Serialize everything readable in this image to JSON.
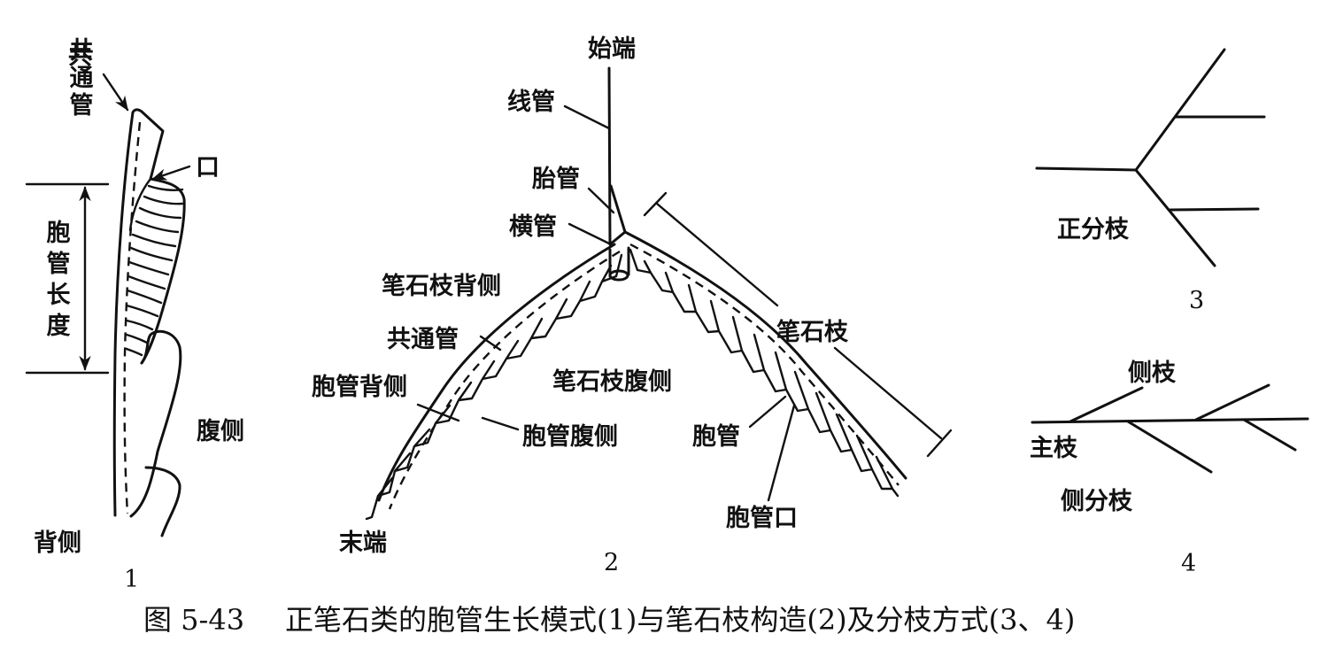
{
  "figure": {
    "caption_number": "图 5-43",
    "caption_text": "正笔石类的胞管生长模式(1)与笔石枝构造(2)及分枝方式(3、4)"
  },
  "panel1": {
    "number": "1",
    "labels": {
      "common_canal": "共通管",
      "aperture": "口",
      "theca_length": [
        "胞",
        "管",
        "长",
        "度"
      ],
      "dorsal": "背侧",
      "ventral": "腹侧"
    }
  },
  "panel2": {
    "number": "2",
    "labels": {
      "proximal_end": "始端",
      "nema": "线管",
      "sicula": "胎管",
      "crossing_canal": "横管",
      "stipe_dorsal": "笔石枝背侧",
      "common_canal": "共通管",
      "theca_dorsal": "胞管背侧",
      "theca_ventral": "胞管腹侧",
      "stipe_ventral": "笔石枝腹侧",
      "stipe": "笔石枝",
      "theca": "胞管",
      "thecal_aperture": "胞管口",
      "distal_end": "末端"
    }
  },
  "panel3": {
    "number": "3",
    "labels": {
      "dichotomous": "正分枝"
    }
  },
  "panel4": {
    "number": "4",
    "labels": {
      "lateral_branch": "侧枝",
      "main_stipe": "主枝",
      "lateral_branching": "侧分枝"
    }
  },
  "colors": {
    "ink": "#111111",
    "background": "#ffffff"
  }
}
